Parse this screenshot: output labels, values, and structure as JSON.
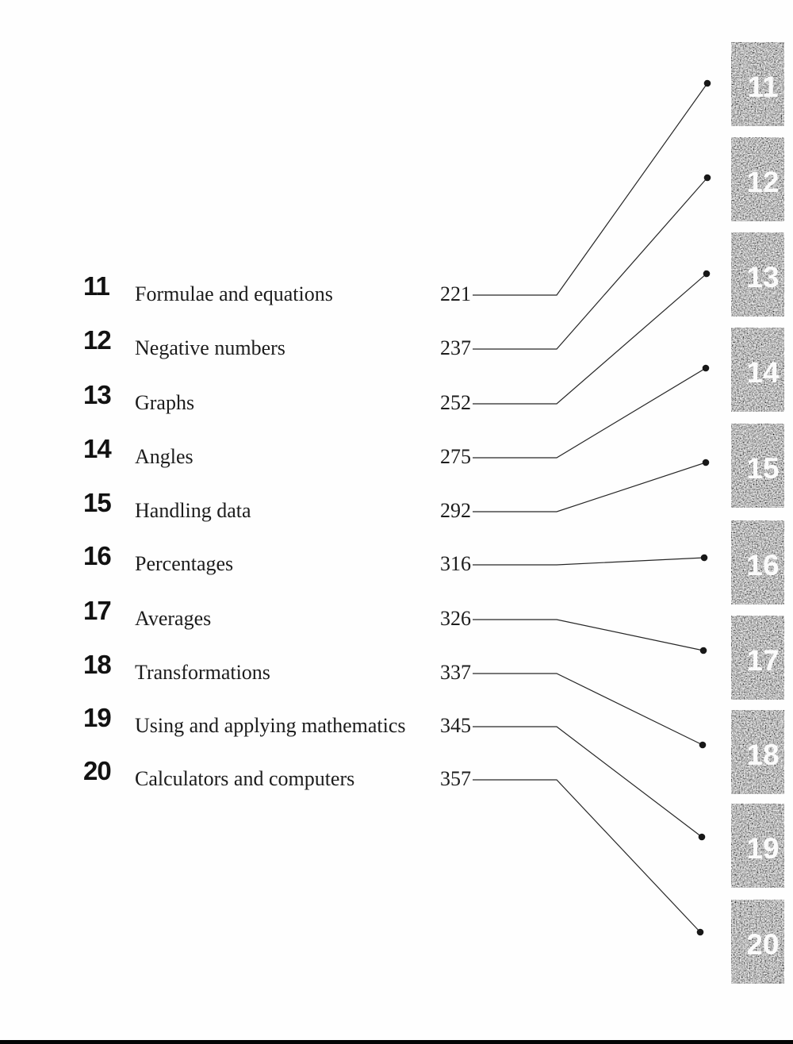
{
  "chapters": [
    {
      "number": "11",
      "title": "Formulae and equations",
      "page": "221",
      "tab_label": "11"
    },
    {
      "number": "12",
      "title": "Negative numbers",
      "page": "237",
      "tab_label": "12"
    },
    {
      "number": "13",
      "title": "Graphs",
      "page": "252",
      "tab_label": "13"
    },
    {
      "number": "14",
      "title": "Angles",
      "page": "275",
      "tab_label": "14"
    },
    {
      "number": "15",
      "title": "Handling data",
      "page": "292",
      "tab_label": "15"
    },
    {
      "number": "16",
      "title": "Percentages",
      "page": "316",
      "tab_label": "16"
    },
    {
      "number": "17",
      "title": "Averages",
      "page": "326",
      "tab_label": "17"
    },
    {
      "number": "18",
      "title": "Transformations",
      "page": "337",
      "tab_label": "18"
    },
    {
      "number": "19",
      "title": "Using and applying mathematics",
      "page": "345",
      "tab_label": "19"
    },
    {
      "number": "20",
      "title": "Calculators and computers",
      "page": "357",
      "tab_label": "20"
    }
  ],
  "colors": {
    "ink": "#1c1c1c",
    "paper": "#fefefe",
    "connector": "#272727",
    "dot": "#181818",
    "tab_gray": "#8b8b8b",
    "tab_number": "#ffffff"
  }
}
